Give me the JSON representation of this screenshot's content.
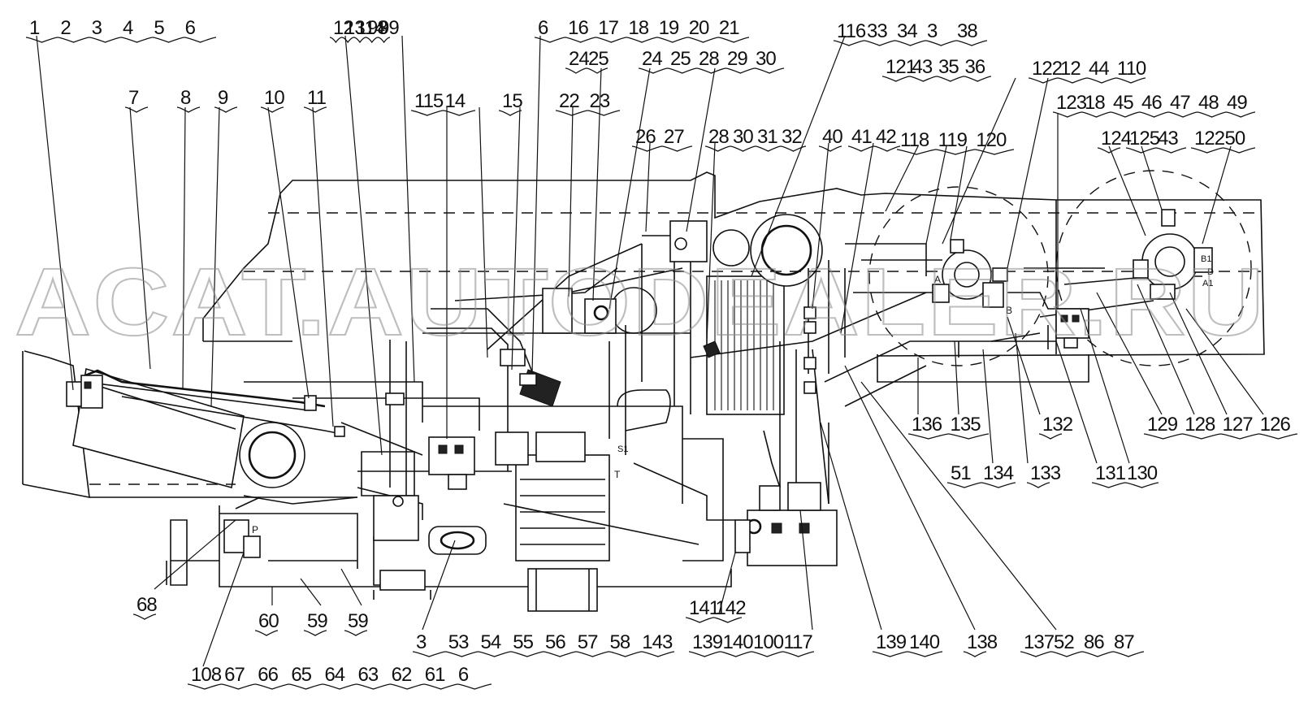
{
  "watermark": "ACAT.AUTODEALER.RU",
  "callouts": {
    "g1": [
      "1",
      "2",
      "3",
      "4",
      "5",
      "6"
    ],
    "g2": [
      "12",
      "13",
      "114",
      "98",
      "99"
    ],
    "g3": [
      "6",
      "16",
      "17",
      "18",
      "19",
      "20",
      "21"
    ],
    "g4": [
      "24",
      "25"
    ],
    "g5": [
      "24",
      "25",
      "28",
      "29",
      "30"
    ],
    "g6": [
      "116",
      "33",
      "34",
      "3",
      "38"
    ],
    "g7": [
      "121",
      "43",
      "35",
      "36"
    ],
    "g8": [
      "122",
      "12",
      "44",
      "110"
    ],
    "g9": [
      "123",
      "18",
      "45",
      "46",
      "47",
      "48",
      "49"
    ],
    "g10": [
      "7"
    ],
    "g11": [
      "8"
    ],
    "g12": [
      "9"
    ],
    "g13": [
      "10"
    ],
    "g14": [
      "11"
    ],
    "g15": [
      "115",
      "14"
    ],
    "g16": [
      "15"
    ],
    "g17": [
      "22",
      "23"
    ],
    "g18": [
      "26",
      "27"
    ],
    "g19": [
      "28",
      "30",
      "31",
      "32"
    ],
    "g20": [
      "40"
    ],
    "g21": [
      "41",
      "42"
    ],
    "g22": [
      "118",
      "119",
      "120"
    ],
    "g23": [
      "124"
    ],
    "g24": [
      "125",
      "43"
    ],
    "g25": [
      "122",
      "50"
    ],
    "g26": [
      "136",
      "135"
    ],
    "g27": [
      "132"
    ],
    "g28": [
      "129",
      "128",
      "127",
      "126"
    ],
    "g29": [
      "51",
      "134"
    ],
    "g30": [
      "133"
    ],
    "g31": [
      "131",
      "130"
    ],
    "g32": [
      "68"
    ],
    "g33": [
      "60"
    ],
    "g34": [
      "59"
    ],
    "g35": [
      "59"
    ],
    "g36": [
      "3",
      "53",
      "54",
      "55",
      "56",
      "57",
      "58",
      "143"
    ],
    "g37": [
      "141",
      "142"
    ],
    "g38": [
      "139",
      "140",
      "100",
      "117"
    ],
    "g39": [
      "139",
      "140"
    ],
    "g40": [
      "138"
    ],
    "g41": [
      "137",
      "52",
      "86",
      "87"
    ],
    "g42": [
      "108",
      "67",
      "66",
      "65",
      "64",
      "63",
      "62",
      "61",
      "6"
    ]
  },
  "valve_marks": {
    "a": "A",
    "b": "B",
    "a1": "A1",
    "b1": "B1",
    "p": "P",
    "t": "T",
    "s1": "S1",
    "d": "D"
  }
}
